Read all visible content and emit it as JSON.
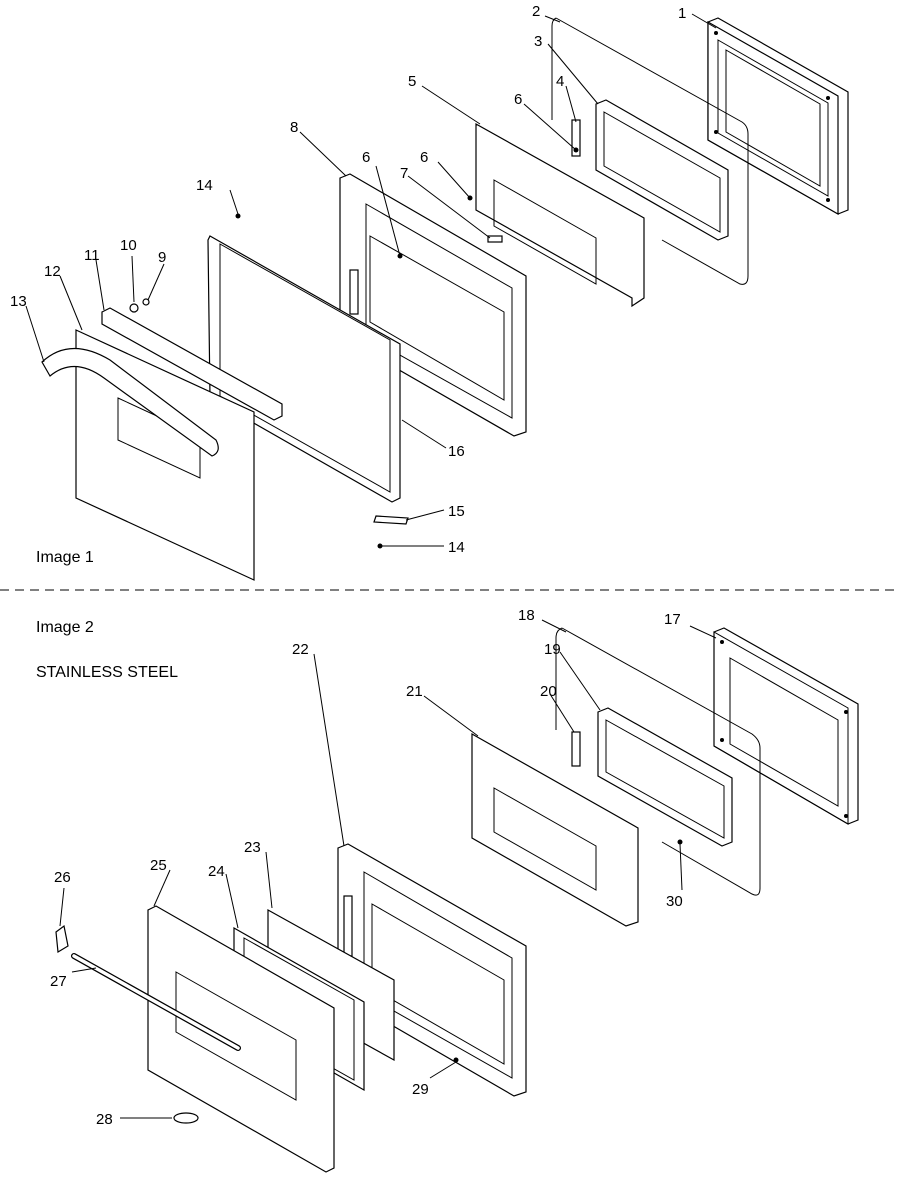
{
  "sections": [
    {
      "caption": "Image 1",
      "subtitle": "",
      "callouts": [
        {
          "id": "c1",
          "text": "1"
        },
        {
          "id": "c2",
          "text": "2"
        },
        {
          "id": "c3",
          "text": "3"
        },
        {
          "id": "c4",
          "text": "4"
        },
        {
          "id": "c5",
          "text": "5"
        },
        {
          "id": "c6a",
          "text": "6"
        },
        {
          "id": "c6b",
          "text": "6"
        },
        {
          "id": "c6c",
          "text": "6"
        },
        {
          "id": "c7",
          "text": "7"
        },
        {
          "id": "c8",
          "text": "8"
        },
        {
          "id": "c9",
          "text": "9"
        },
        {
          "id": "c10",
          "text": "10"
        },
        {
          "id": "c11",
          "text": "11"
        },
        {
          "id": "c12",
          "text": "12"
        },
        {
          "id": "c13",
          "text": "13"
        },
        {
          "id": "c14a",
          "text": "14"
        },
        {
          "id": "c14b",
          "text": "14"
        },
        {
          "id": "c15",
          "text": "15"
        },
        {
          "id": "c16",
          "text": "16"
        }
      ]
    },
    {
      "caption": "Image 2",
      "subtitle": "STAINLESS STEEL",
      "callouts": [
        {
          "id": "c17",
          "text": "17"
        },
        {
          "id": "c18",
          "text": "18"
        },
        {
          "id": "c19",
          "text": "19"
        },
        {
          "id": "c20",
          "text": "20"
        },
        {
          "id": "c21",
          "text": "21"
        },
        {
          "id": "c22",
          "text": "22"
        },
        {
          "id": "c23",
          "text": "23"
        },
        {
          "id": "c24",
          "text": "24"
        },
        {
          "id": "c25",
          "text": "25"
        },
        {
          "id": "c26",
          "text": "26"
        },
        {
          "id": "c27",
          "text": "27"
        },
        {
          "id": "c28",
          "text": "28"
        },
        {
          "id": "c29",
          "text": "29"
        },
        {
          "id": "c30",
          "text": "30"
        }
      ]
    }
  ]
}
